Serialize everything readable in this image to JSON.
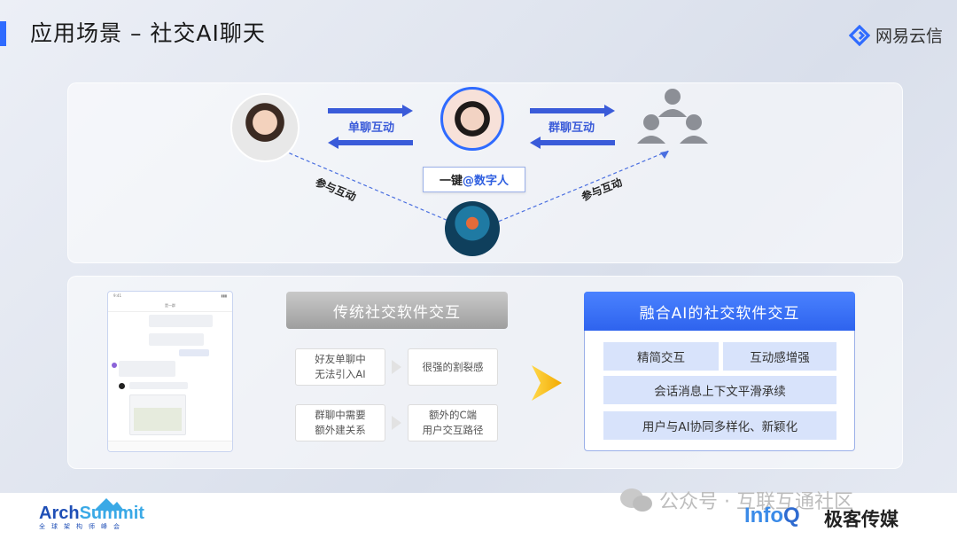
{
  "header": {
    "title": "应用场景 – 社交AI聊天",
    "brand_name": "网易云信"
  },
  "top_panel": {
    "single_chat_label": "单聊互动",
    "group_chat_label": "群聊互动",
    "one_click_prefix": "一键",
    "one_click_highlight": "@数字人",
    "participate_left": "参与互动",
    "participate_right": "参与互动"
  },
  "traditional": {
    "title": "传统社交软件交互",
    "rows": [
      {
        "problem": "好友单聊中\n无法引入AI",
        "result": "很强的割裂感"
      },
      {
        "problem": "群聊中需要\n额外建关系",
        "result": "额外的C端\n用户交互路径"
      }
    ]
  },
  "fusion": {
    "title": "融合AI的社交软件交互",
    "items": [
      "精简交互",
      "互动感增强",
      "会话消息上下文平滑承续",
      "用户与AI协同多样化、新颖化"
    ]
  },
  "phone": {
    "header_title": "是一群",
    "time": "9:41"
  },
  "footer": {
    "arch_part1": "Arch",
    "arch_part2": "Summit",
    "arch_sub": "全球架构师峰会",
    "watermark": "公众号 · 互联互通社区",
    "infoq_part1": "Info",
    "infoq_part2": "Q",
    "jike": "极客传媒"
  },
  "colors": {
    "accent": "#2f6bff",
    "arrow_blue": "#3a5bd9",
    "fusion_header": "#2e63ee",
    "fusion_cell": "#d8e3fb",
    "chevron": "#f5b800"
  }
}
